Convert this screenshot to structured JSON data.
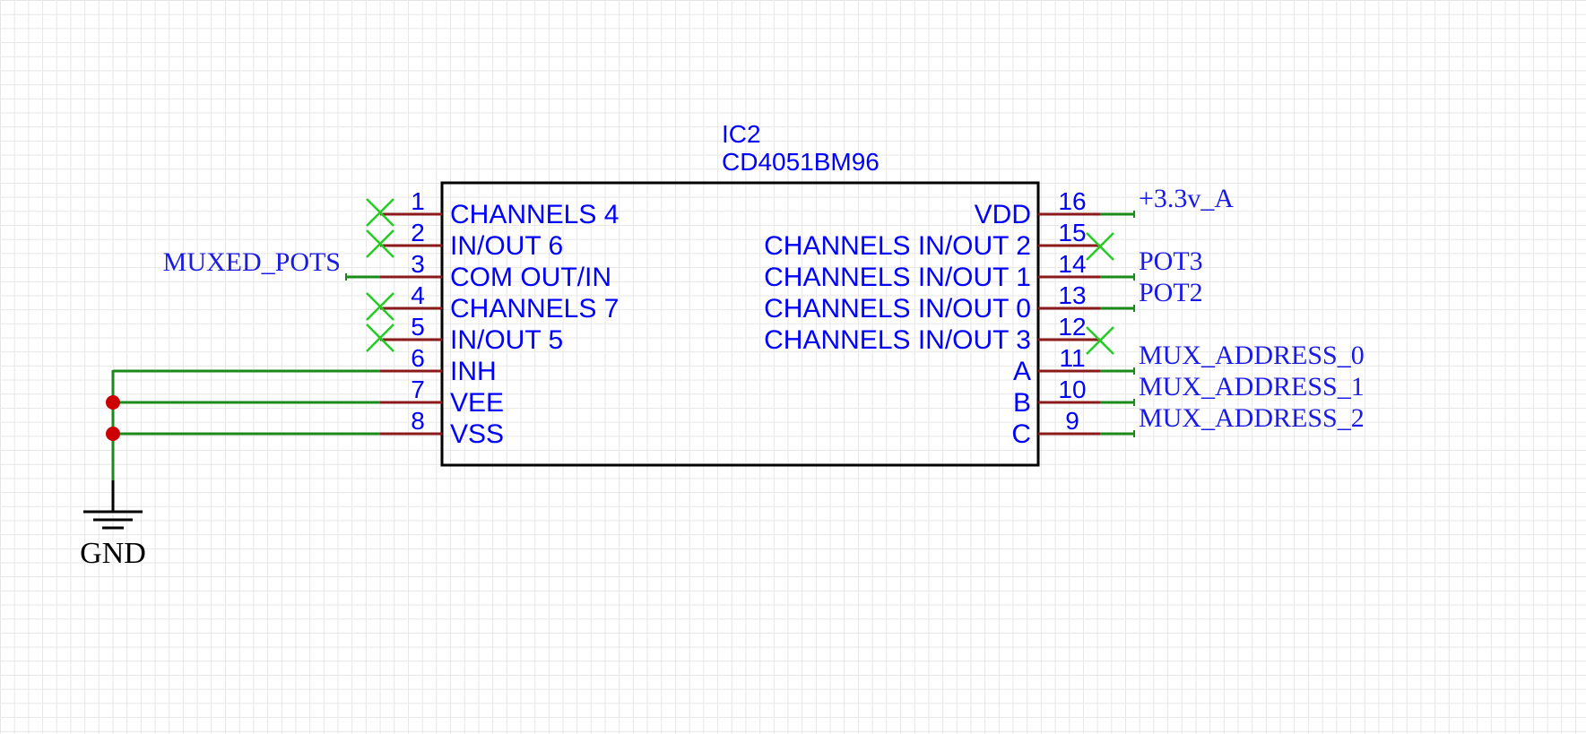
{
  "component": {
    "ref": "IC2",
    "value": "CD4051BM96",
    "left_pins": [
      {
        "number": "1",
        "name": "CHANNELS 4",
        "no_connect": true,
        "net": ""
      },
      {
        "number": "2",
        "name": "IN/OUT 6",
        "no_connect": true,
        "net": ""
      },
      {
        "number": "3",
        "name": "COM OUT/IN",
        "no_connect": false,
        "net": "MUXED_POTS"
      },
      {
        "number": "4",
        "name": "CHANNELS 7",
        "no_connect": true,
        "net": ""
      },
      {
        "number": "5",
        "name": "IN/OUT 5",
        "no_connect": true,
        "net": ""
      },
      {
        "number": "6",
        "name": "INH",
        "no_connect": false,
        "net": "GND"
      },
      {
        "number": "7",
        "name": "VEE",
        "no_connect": false,
        "net": "GND"
      },
      {
        "number": "8",
        "name": "VSS",
        "no_connect": false,
        "net": "GND"
      }
    ],
    "right_pins": [
      {
        "number": "16",
        "name": "VDD",
        "no_connect": false,
        "net": "+3.3v_A"
      },
      {
        "number": "15",
        "name": "CHANNELS IN/OUT 2",
        "no_connect": true,
        "net": ""
      },
      {
        "number": "14",
        "name": "CHANNELS IN/OUT 1",
        "no_connect": false,
        "net": "POT3"
      },
      {
        "number": "13",
        "name": "CHANNELS IN/OUT 0",
        "no_connect": false,
        "net": "POT2"
      },
      {
        "number": "12",
        "name": "CHANNELS IN/OUT 3",
        "no_connect": true,
        "net": ""
      },
      {
        "number": "11",
        "name": "A",
        "no_connect": false,
        "net": "MUX_ADDRESS_0"
      },
      {
        "number": "10",
        "name": "B",
        "no_connect": false,
        "net": "MUX_ADDRESS_1"
      },
      {
        "number": "9",
        "name": "C",
        "no_connect": false,
        "net": "MUX_ADDRESS_2"
      }
    ]
  },
  "ground_symbol": {
    "label": "GND"
  },
  "colors": {
    "grid": "#e6e6e6",
    "body_outline": "#000000",
    "pin_text": "#0000ff",
    "pin_line": "#8b1a1a",
    "wire": "#1a8a1a",
    "no_connect": "#22cc22",
    "junction": "#cc0000",
    "net_label": "#1a1ae6"
  }
}
